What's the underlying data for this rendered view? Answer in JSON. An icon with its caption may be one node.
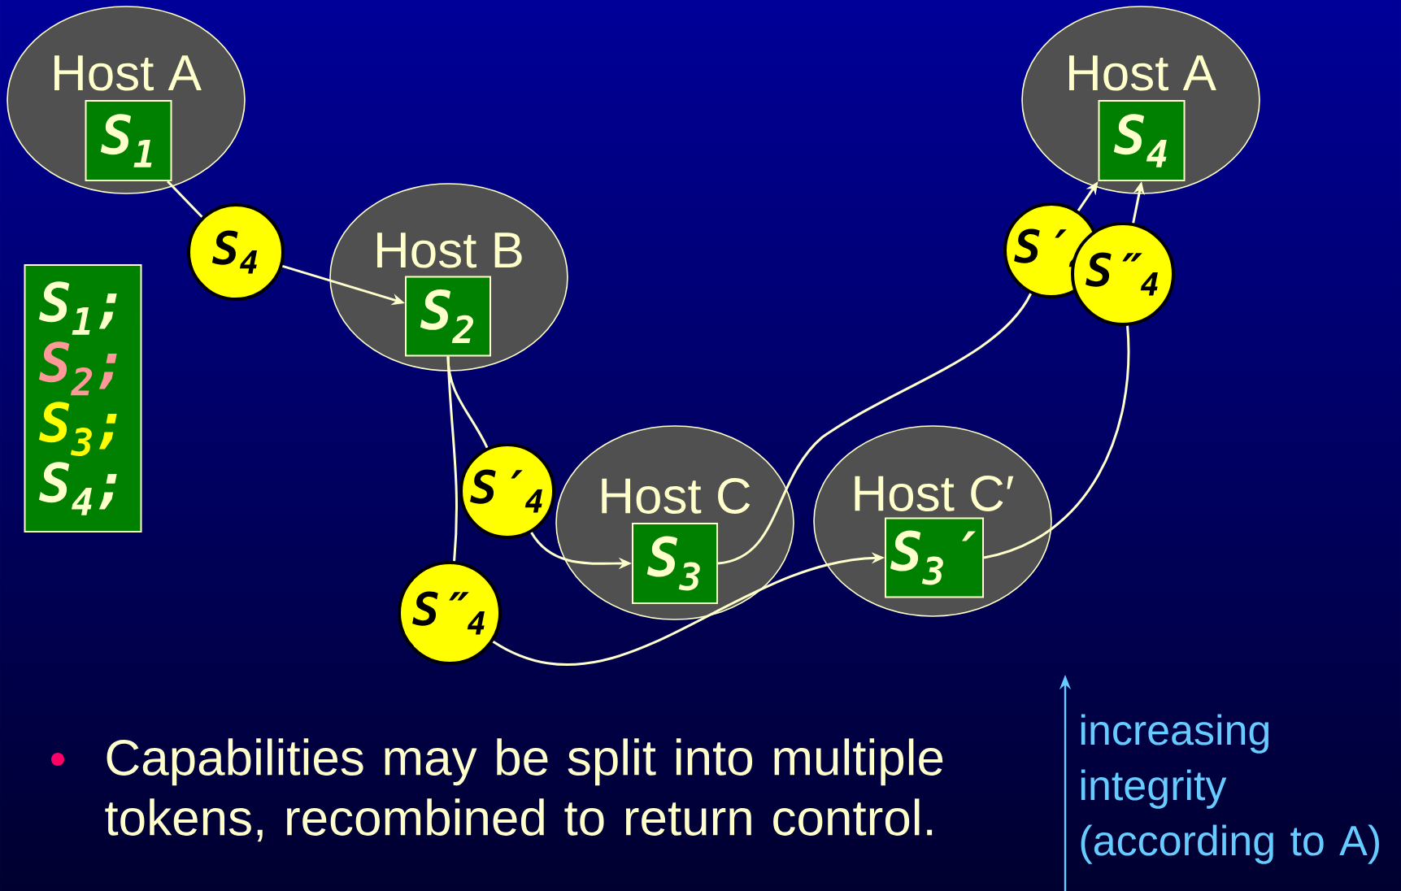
{
  "diagram": {
    "nodes": [
      {
        "text": [
          "Host A"
        ]
      },
      {
        "text": [
          "S$_{1}$"
        ],
        "in": 0
      },
      {
        "text": [
          "S$_{4}$"
        ]
      },
      {
        "text": [
          "Host B"
        ]
      },
      {
        "text": [
          "S$_{2}$"
        ],
        "in": 3
      },
      {
        "text": [
          "S$_{1}$;",
          "S$_{2}$;",
          "S$_{3}$;",
          "S$_{4}$;"
        ]
      },
      {
        "text": [
          "S′$_{4}$"
        ]
      },
      {
        "text": [
          "Host C"
        ]
      },
      {
        "text": [
          "S$_{3}$"
        ],
        "in": 7
      },
      {
        "text": [
          "S″$_{4}$"
        ]
      },
      {
        "text": [
          "Host C′"
        ]
      },
      {
        "text": [
          "S$_{3}$′"
        ],
        "in": 10
      },
      {
        "text": [
          "Host A"
        ]
      },
      {
        "text": [
          "S$_{4}$"
        ],
        "in": 12
      },
      {
        "text": [
          "S′$_{4}$"
        ]
      },
      {
        "text": [
          "S″$_{4}$"
        ]
      }
    ],
    "edges": [
      {
        "from": 1,
        "to": 2,
        "arrow": "none"
      },
      {
        "from": 2,
        "to": 4,
        "arrow": "to"
      },
      {
        "from": 4,
        "to": 6,
        "arrow": "none"
      },
      {
        "from": 4,
        "to": 9,
        "arrow": "none"
      },
      {
        "from": 6,
        "to": 8,
        "arrow": "to"
      },
      {
        "from": 9,
        "to": 11,
        "arrow": "to"
      },
      {
        "from": 8,
        "to": 14,
        "arrow": "none"
      },
      {
        "from": 14,
        "to": 13,
        "arrow": "to"
      },
      {
        "from": 11,
        "to": 15,
        "arrow": "none"
      },
      {
        "from": 15,
        "to": 13,
        "arrow": "to"
      }
    ],
    "labels": [
      "Capabilities may be split into multiple tokens, recombined to return control.",
      "increasing integrity (according to A)"
    ]
  }
}
